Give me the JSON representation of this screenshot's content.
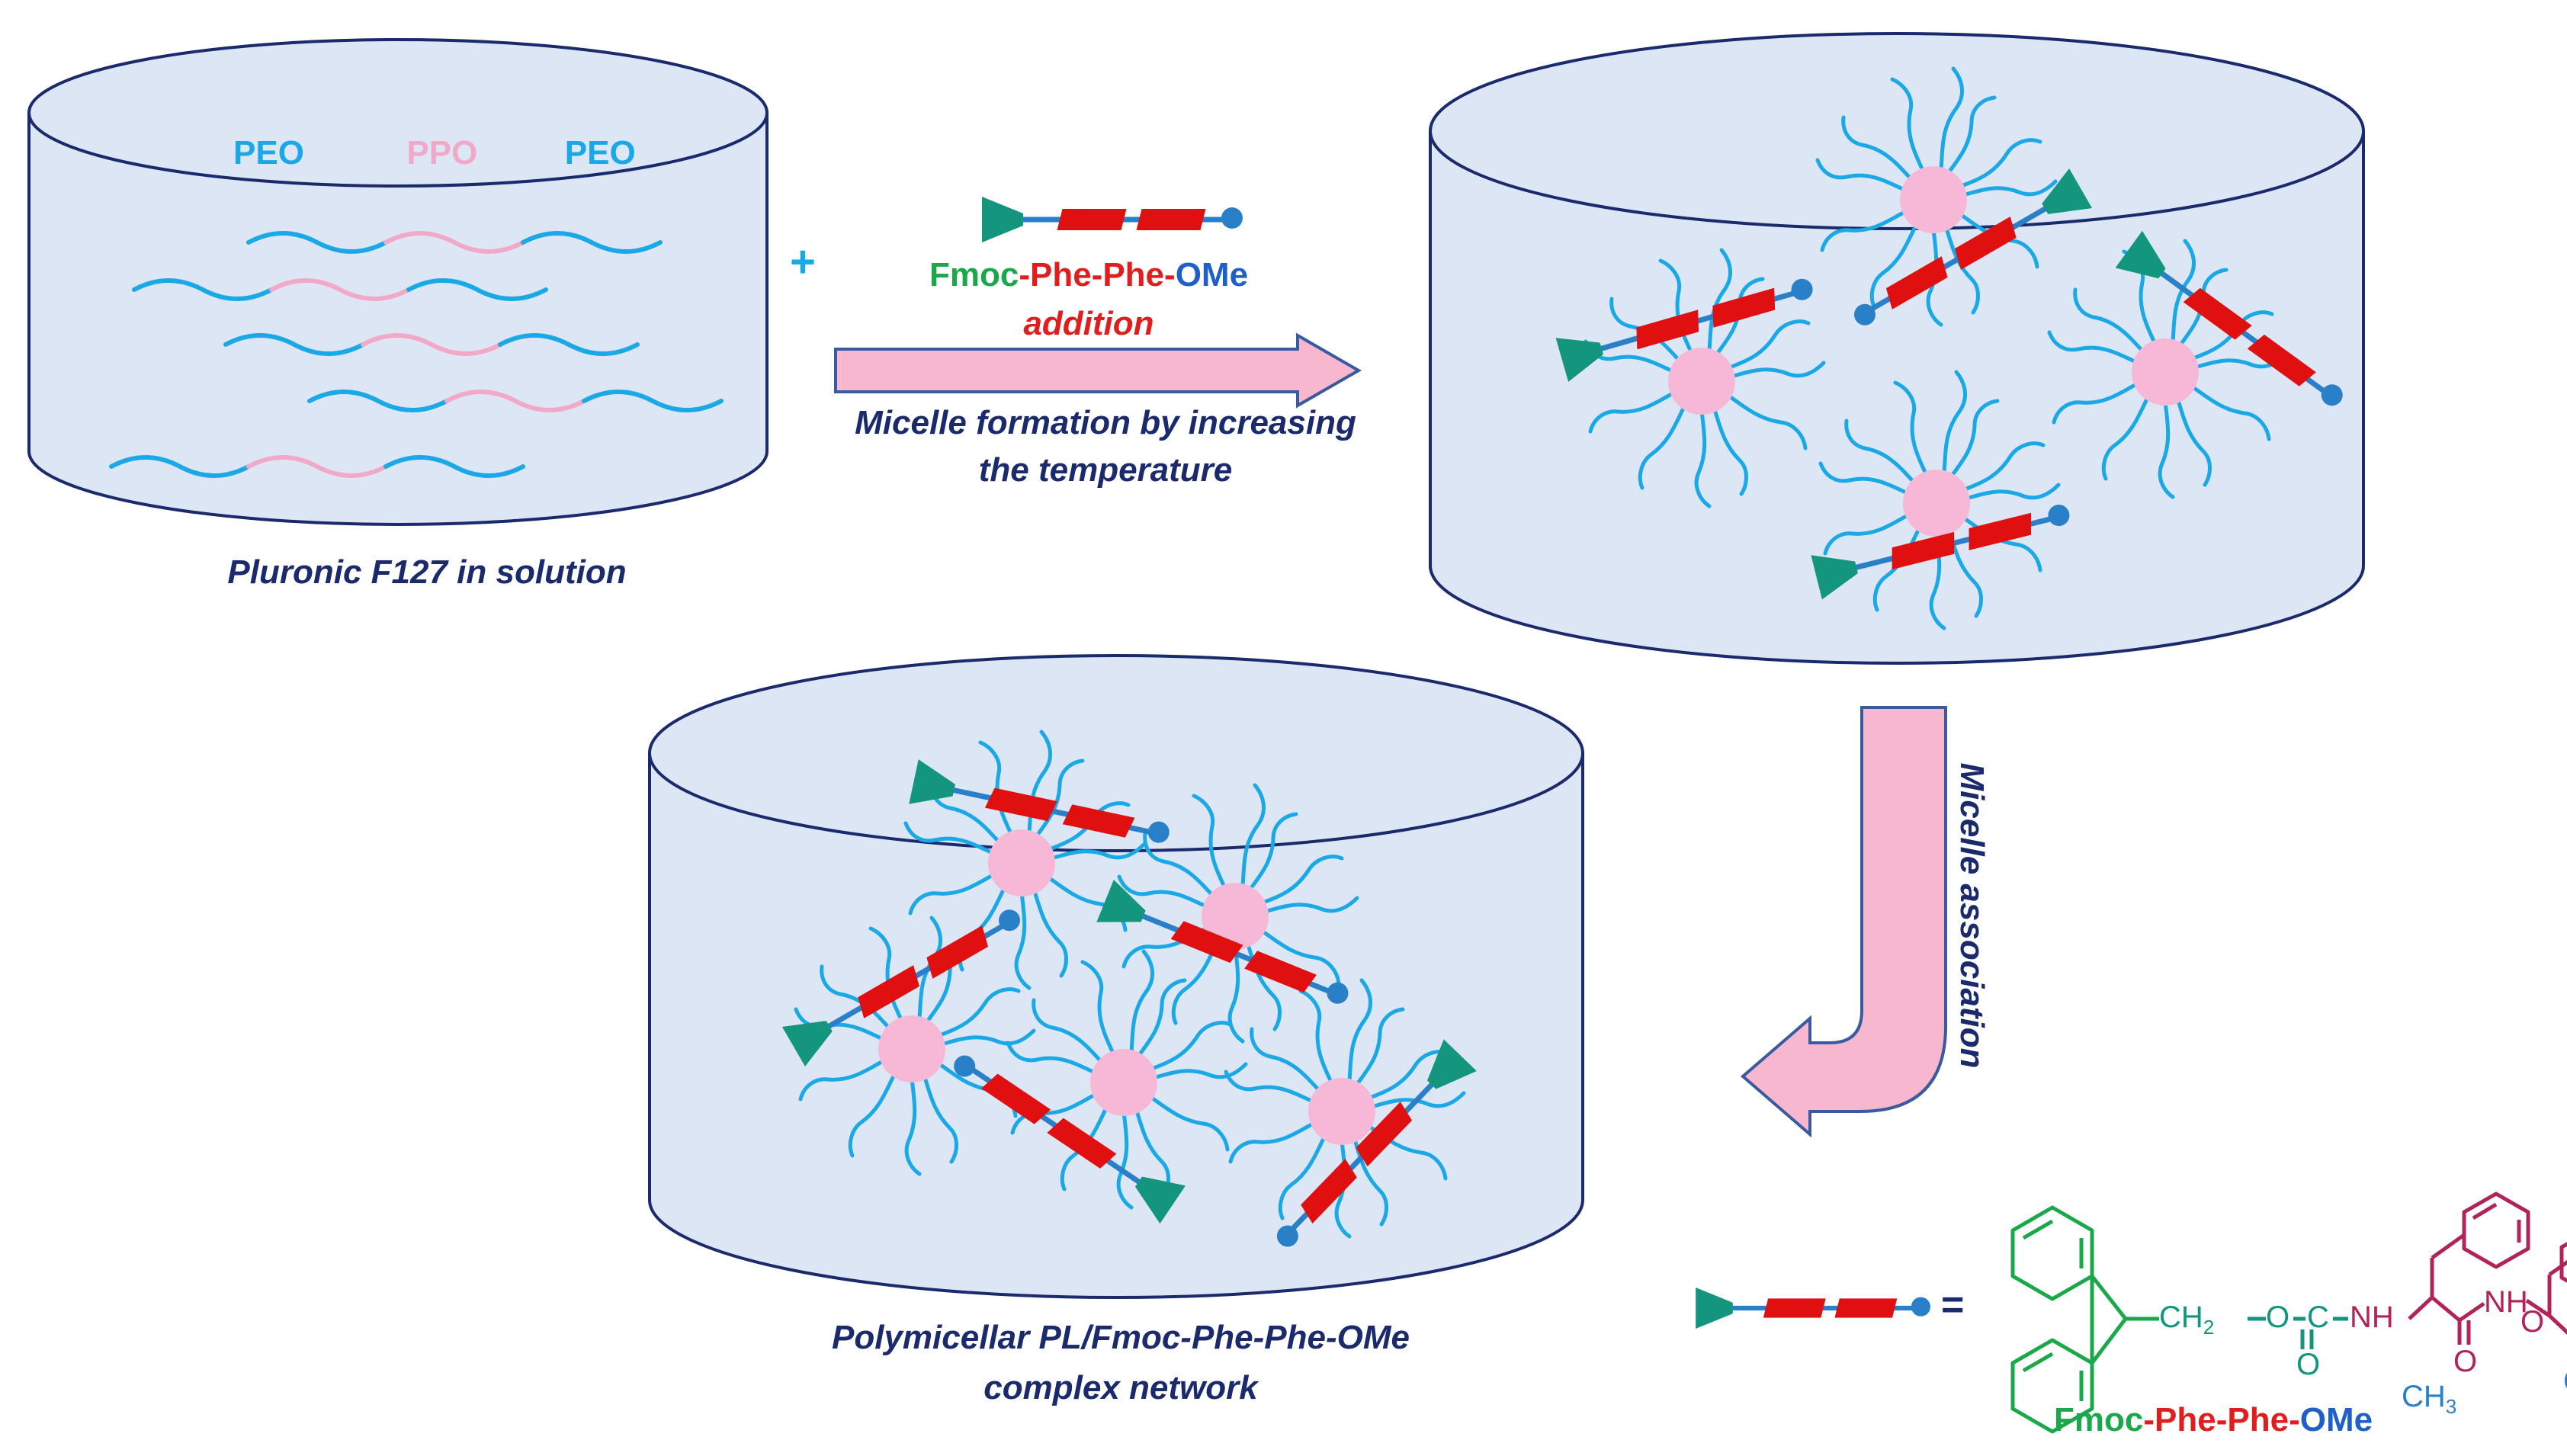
{
  "cylinder1": {
    "block1": "PEO",
    "block2": "PPO",
    "block3": "PEO",
    "caption": "Pluronic F127 in solution"
  },
  "plus_sign": "+",
  "addition": {
    "fmoc": "Fmoc",
    "sep1": "-",
    "phe1": "Phe",
    "sep2": "-",
    "phe2": "Phe",
    "sep3": "-",
    "ome": "OMe",
    "word": "addition"
  },
  "arrow1_label_line1": "Micelle formation by increasing",
  "arrow1_label_line2": "the temperature",
  "arrow2_label": "Micelle association",
  "cylinder3_caption_line1": "Polymicellar PL/Fmoc-Phe-Phe-OMe",
  "cylinder3_caption_line2": "complex network",
  "legend": {
    "equals": "=",
    "formula": {
      "ch2": "CH",
      "ch2_sub": "2",
      "o1": "O",
      "c": "C",
      "o_carbonyl": "O",
      "nh1": "NH",
      "o2": "O",
      "nh2": "NH",
      "o3": "O",
      "o4": "O",
      "ch3": "CH",
      "ch3_sub": "3"
    },
    "name": {
      "fmoc": "Fmoc",
      "sep1": "-",
      "phe1": "Phe",
      "sep2": "-",
      "phe2": "Phe",
      "sep3": "-",
      "ome": "OMe"
    }
  },
  "colors": {
    "peo": "#1aa8e6",
    "ppo": "#f2a9c8",
    "fmoc": "#1aa84a",
    "phe": "#e01e1e",
    "ome": "#1f5fc8",
    "cylinder_fill": "#dde6f4",
    "cylinder_stroke": "#1a2a6c",
    "arrow_fill": "#f7b8cf",
    "arrow_stroke": "#3a5aa0",
    "fmoc_group": "#14967e",
    "amino_chain": "#b0245a"
  }
}
